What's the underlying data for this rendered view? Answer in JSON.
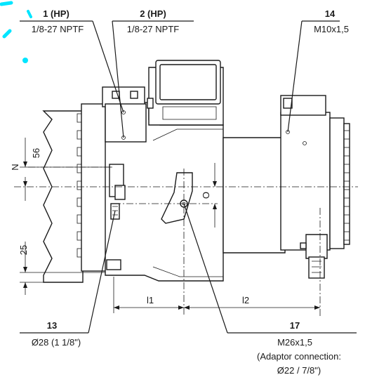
{
  "labels": {
    "c1": {
      "title": "1 (HP)",
      "value": "1/8-27 NPTF"
    },
    "c2": {
      "title": "2 (HP)",
      "value": "1/8-27 NPTF"
    },
    "c14": {
      "title": "14",
      "value": "M10x1,5"
    },
    "c13": {
      "title": "13",
      "value": "Ø28 (1 1/8\")"
    },
    "c17": {
      "title": "17",
      "value": "M26x1,5",
      "note1": "(Adaptor connection:",
      "note2": "Ø22 / 7/8\")"
    }
  },
  "dimensions": {
    "d56": "56",
    "dN": "N",
    "d25": "25",
    "dO": "O",
    "dl1": "l1",
    "dl2": "l2"
  },
  "colors": {
    "line": "#1a1a1a",
    "watermark": "#00e5ff"
  }
}
